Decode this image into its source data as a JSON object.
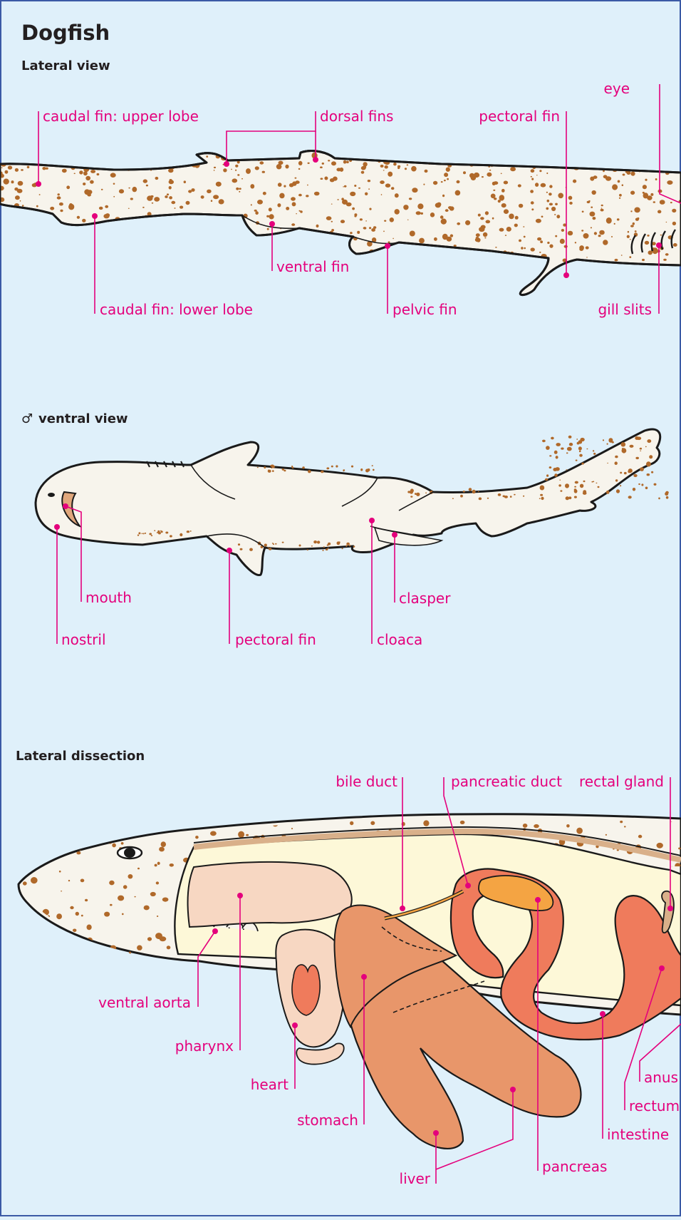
{
  "title": "Dogfish",
  "sections": {
    "lateral": "Lateral view",
    "ventral": "ventral view",
    "ventral_symbol": "♂",
    "dissection": "Lateral dissection"
  },
  "labels": {
    "eye": "eye",
    "caudal_upper": "caudal fin: upper lobe",
    "dorsal_fins": "dorsal fins",
    "pectoral_fin_lat": "pectoral fin",
    "ventral_fin": "ventral fin",
    "caudal_lower": "caudal fin: lower lobe",
    "pelvic_fin": "pelvic fin",
    "gill_slits": "gill slits",
    "mouth": "mouth",
    "nostril": "nostril",
    "pectoral_fin_ven": "pectoral fin",
    "clasper": "clasper",
    "cloaca": "cloaca",
    "bile_duct": "bile duct",
    "pancreatic_duct": "pancreatic duct",
    "rectal_gland": "rectal gland",
    "ventral_aorta": "ventral aorta",
    "pharynx": "pharynx",
    "heart": "heart",
    "stomach": "stomach",
    "liver": "liver",
    "pancreas": "pancreas",
    "intestine": "intestine",
    "rectum": "rectum",
    "anus": "anus"
  },
  "colors": {
    "background": "#dff0fa",
    "label": "#e4007c",
    "skin": "#f7f4ec",
    "spots": "#b0692a",
    "gut": "#ef7b5c",
    "liver": "#e8966a",
    "pancreas": "#f4a443",
    "pharynx": "#f7d7c2",
    "cavity": "#fdf8d8"
  }
}
